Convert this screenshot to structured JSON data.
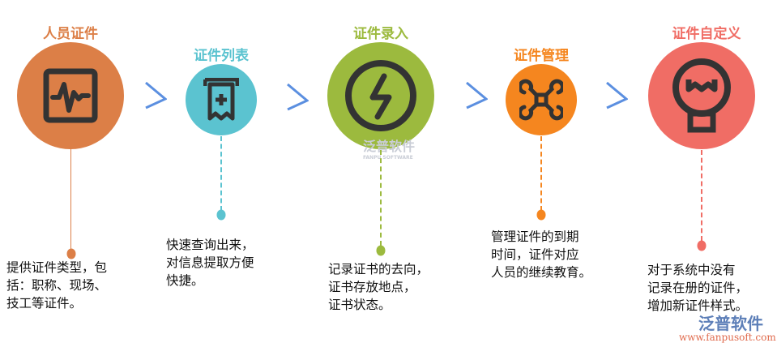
{
  "steps": [
    {
      "title": "人员证件",
      "color": "#dc7f47",
      "icon": "pulse-monitor-icon",
      "lines": [
        "提供证件类型，包",
        "括：职称、现场、",
        "技工等证件。"
      ]
    },
    {
      "title": "证件列表",
      "color": "#5bc3d0",
      "icon": "receipt-plus-icon",
      "lines": [
        "快速查询出来，",
        "对信息提取方便",
        "快捷。"
      ]
    },
    {
      "title": "证件录入",
      "color": "#9cba3e",
      "icon": "lightning-icon",
      "lines": [
        "记录证书的去向，",
        "证书存放地点，",
        "证书状态。"
      ]
    },
    {
      "title": "证件管理",
      "color": "#f5861f",
      "icon": "drone-icon",
      "lines": [
        "管理证件的到期",
        "时间，证件对应",
        "人员的继续教育。"
      ]
    },
    {
      "title": "证件自定义",
      "color": "#f06d65",
      "icon": "lightbulb-icon",
      "lines": [
        "对于系统中没有",
        "记录在册的证件，",
        "增加新证件样式。"
      ]
    }
  ],
  "arrow_color": "#5b8fe0",
  "watermark": {
    "center_text": "泛普软件",
    "center_sub": "FANPU SOFTWARE",
    "corner_text": "泛普软件",
    "corner_url": "www.fanpusoft.com"
  }
}
